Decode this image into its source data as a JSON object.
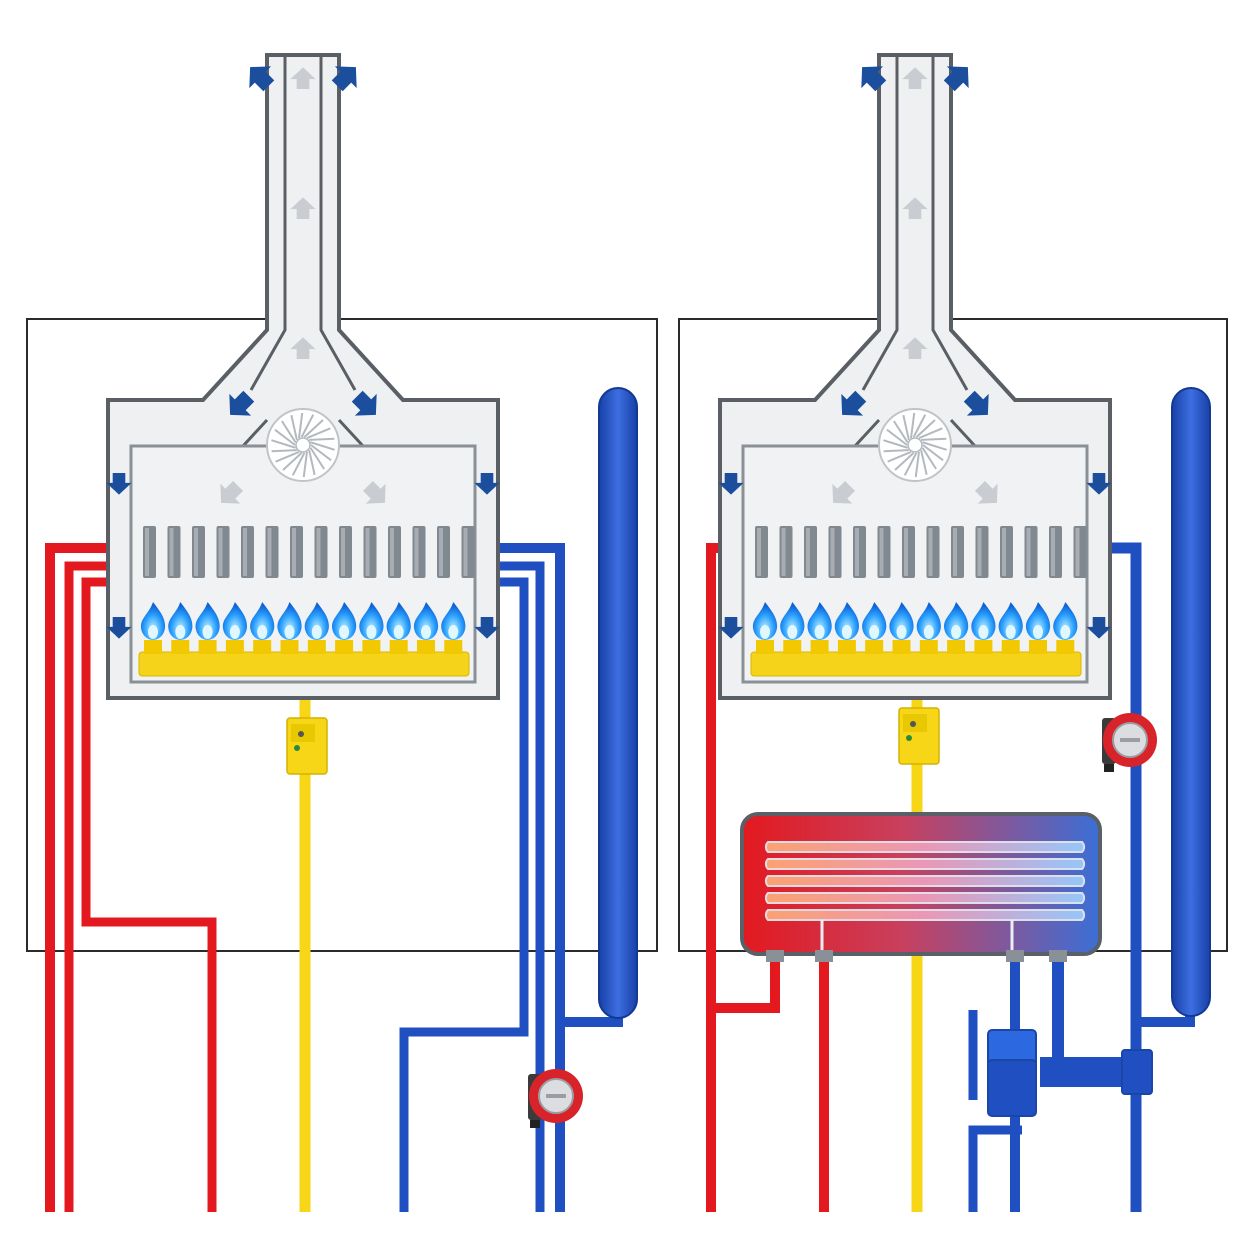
{
  "diagram": {
    "colors": {
      "background": "#ffffff",
      "outline": "#2b2b2b",
      "chamber_fill": "#e9eaec",
      "chamber_stroke": "#5a5f66",
      "flue_fill": "#eef0f2",
      "hot_pipe": "#e3191f",
      "cold_pipe": "#1f4fc1",
      "gas_pipe": "#f7d617",
      "flame_blue": "#1e88ff",
      "flame_light": "#9fe0ff",
      "air_arrow": "#1c4e9e",
      "exhaust_arrow": "#c9ccd1",
      "heat_exchanger_tube": "#808890",
      "expansion_vessel": "#1f4fc1",
      "pump_red": "#d9232b",
      "pump_body": "#c8cacc",
      "plate_hex_hot": "#e3191f",
      "plate_hex_cold": "#3b6fd6"
    },
    "left_boiler": {
      "type": "combi-boiler-single-exchanger",
      "components": [
        "flue",
        "fan-icon",
        "heat-exchanger",
        "burner-flames",
        "gas-valve",
        "circulation-pump",
        "expansion-vessel"
      ],
      "burner_count": 12
    },
    "right_boiler": {
      "type": "combi-boiler-plate-exchanger",
      "components": [
        "flue",
        "fan-icon",
        "heat-exchanger",
        "burner-flames",
        "gas-valve",
        "circulation-pump",
        "expansion-vessel",
        "plate-heat-exchanger",
        "three-way-valve"
      ],
      "burner_count": 12
    }
  }
}
